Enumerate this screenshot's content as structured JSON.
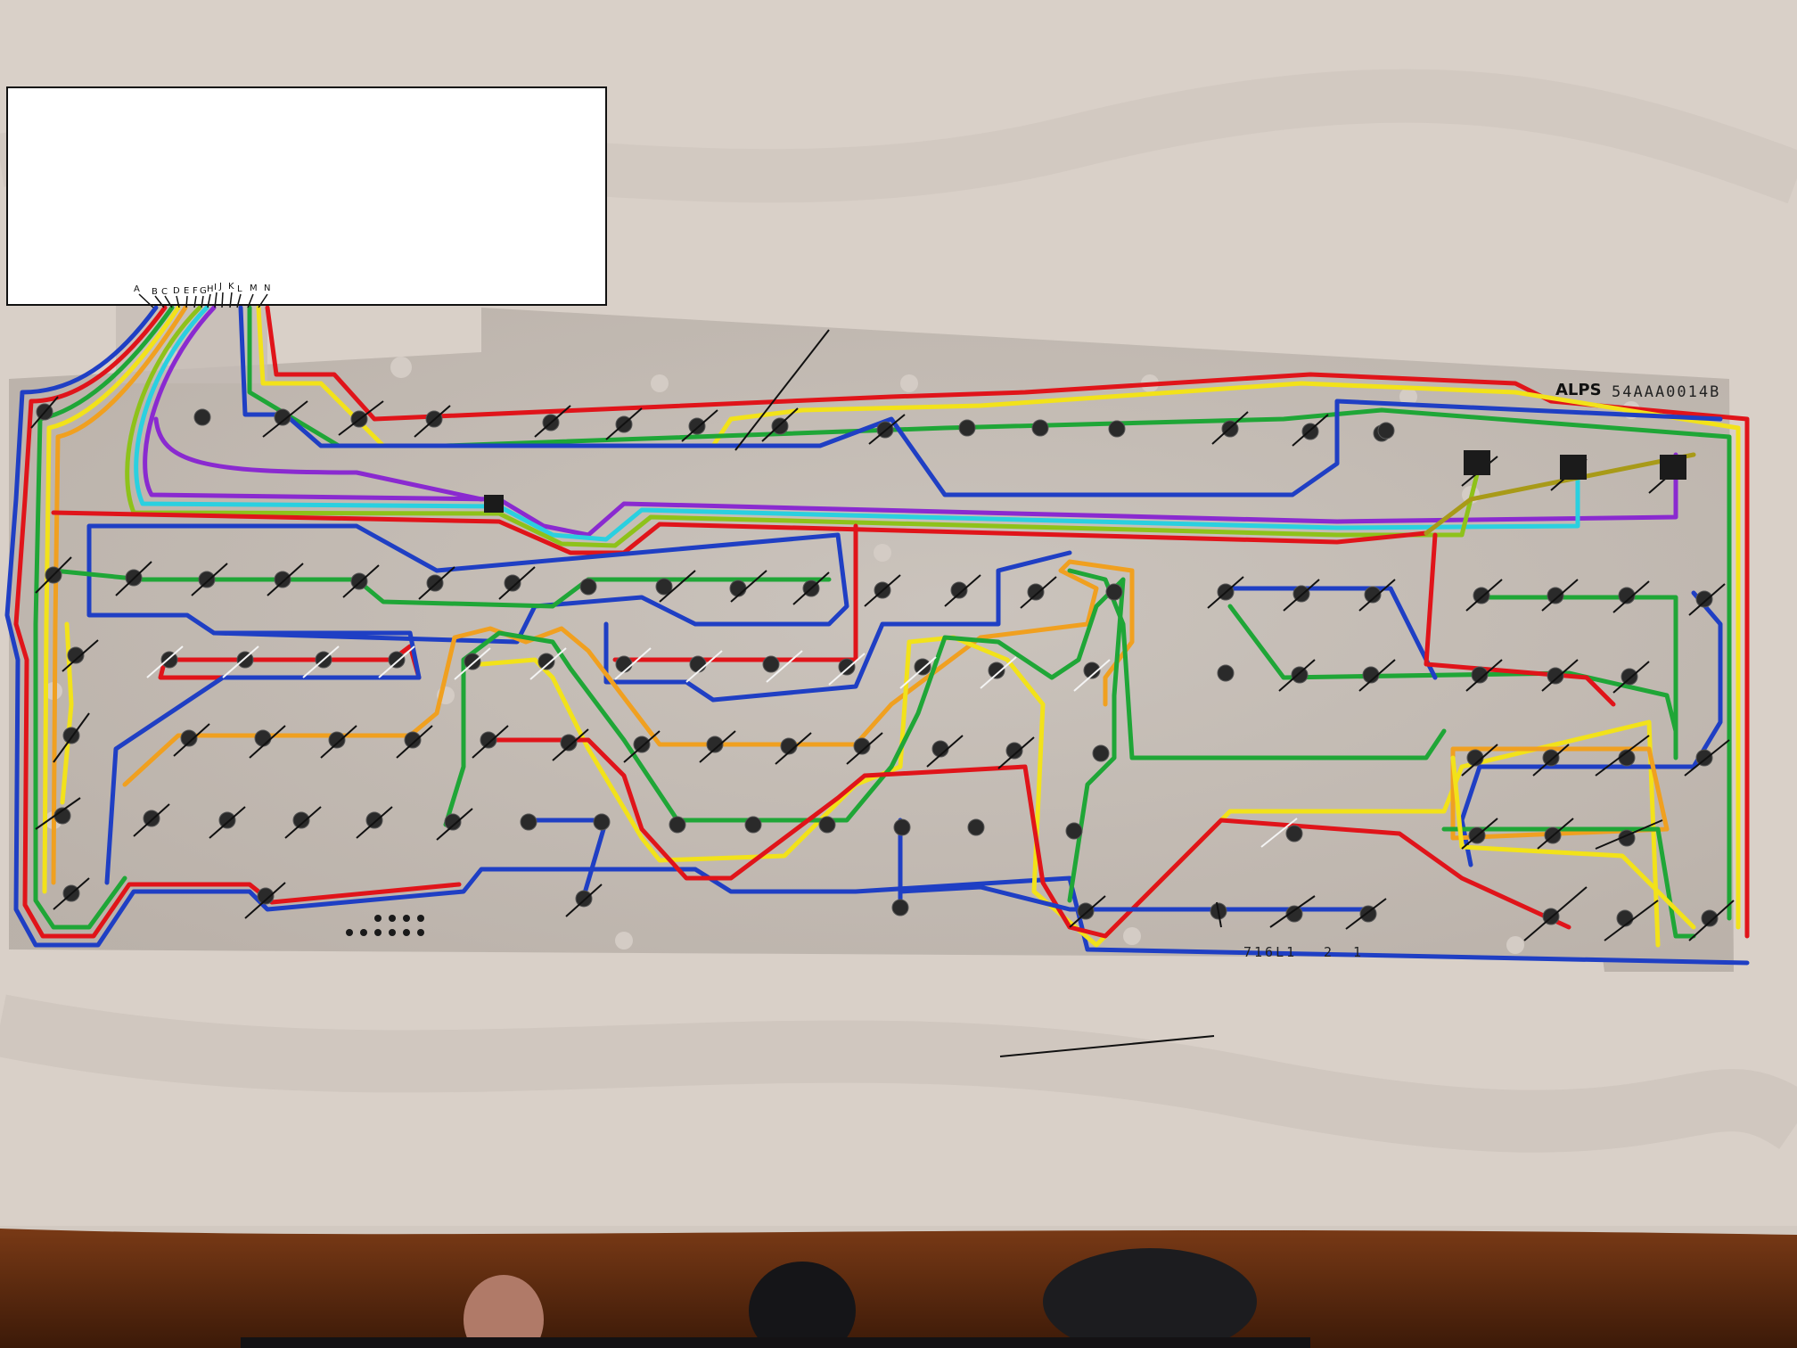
{
  "sheet": {
    "brand": "ALPS",
    "part_number": "54AAA0014B",
    "footer_code": "716L1",
    "footer_num_a": "2",
    "footer_num_b": "1"
  },
  "connector": {
    "pins": [
      "A",
      "B",
      "C",
      "D",
      "E",
      "F",
      "G",
      "H",
      "I",
      "J",
      "K",
      "L",
      "M",
      "N"
    ]
  },
  "colors": {
    "red": "#e0141a",
    "blue": "#1f3fc4",
    "green": "#1fa637",
    "yellow": "#f2e21a",
    "orange": "#f0a020",
    "purple": "#8a2ad0",
    "cyan": "#2ad0e0",
    "lime": "#8ec21a",
    "olive": "#a89a18"
  }
}
